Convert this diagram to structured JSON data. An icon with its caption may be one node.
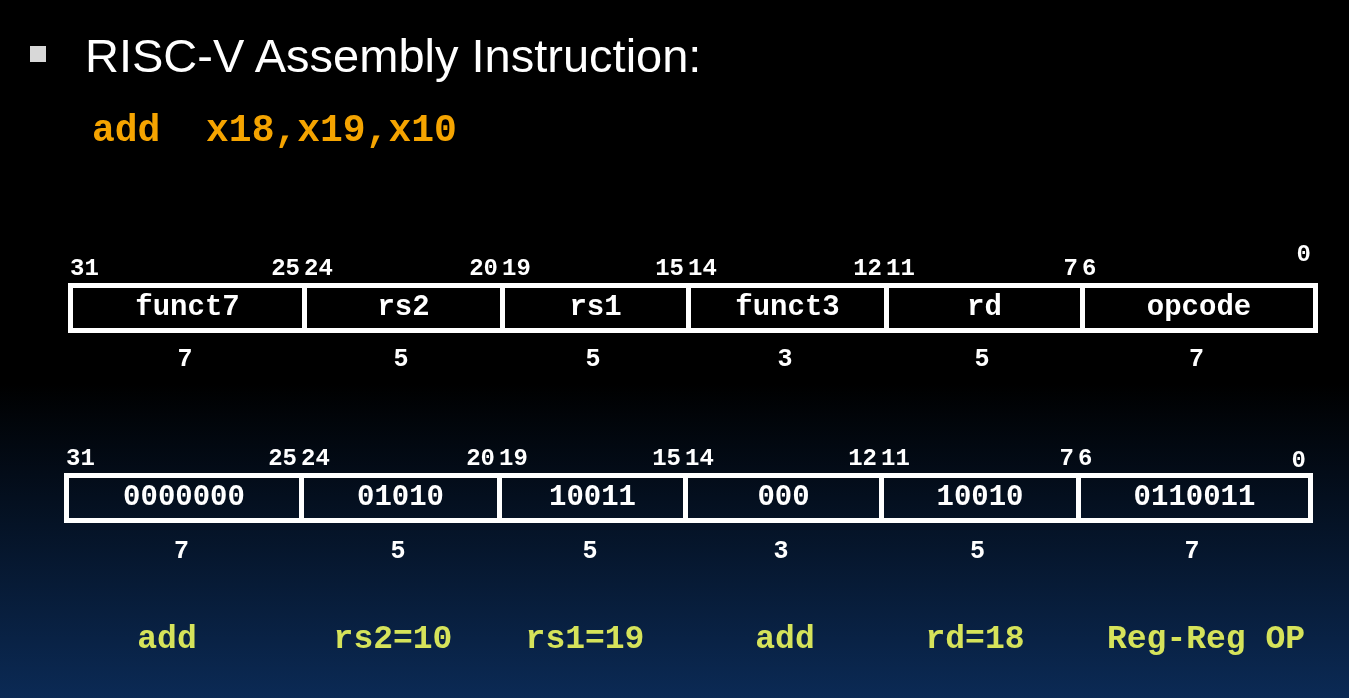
{
  "diagram": {
    "title": "RISC-V Assembly Instruction:",
    "nodes": [
      {
        "text": [
          "funct7"
        ]
      },
      {
        "text": [
          "rs2"
        ]
      },
      {
        "text": [
          "rs1"
        ]
      },
      {
        "text": [
          "funct3"
        ]
      },
      {
        "text": [
          "rd"
        ]
      },
      {
        "text": [
          "opcode"
        ]
      },
      {
        "text": [
          "0000000"
        ]
      },
      {
        "text": [
          "01010"
        ]
      },
      {
        "text": [
          "10011"
        ]
      },
      {
        "text": [
          "000"
        ]
      },
      {
        "text": [
          "10010"
        ]
      },
      {
        "text": [
          "0110011"
        ]
      }
    ],
    "labels": [
      "add  x18,x19,x10",
      "31",
      "25",
      "24",
      "20",
      "19",
      "15",
      "14",
      "12",
      "11",
      "7",
      "6",
      "0",
      "7",
      "5",
      "5",
      "3",
      "5",
      "7",
      "31",
      "25",
      "24",
      "20",
      "19",
      "15",
      "14",
      "12",
      "11",
      "7",
      "6",
      "0",
      "7",
      "5",
      "5",
      "3",
      "5",
      "7",
      "add",
      "rs2=10",
      "rs1=19",
      "add",
      "rd=18",
      "Reg-Reg OP"
    ]
  }
}
